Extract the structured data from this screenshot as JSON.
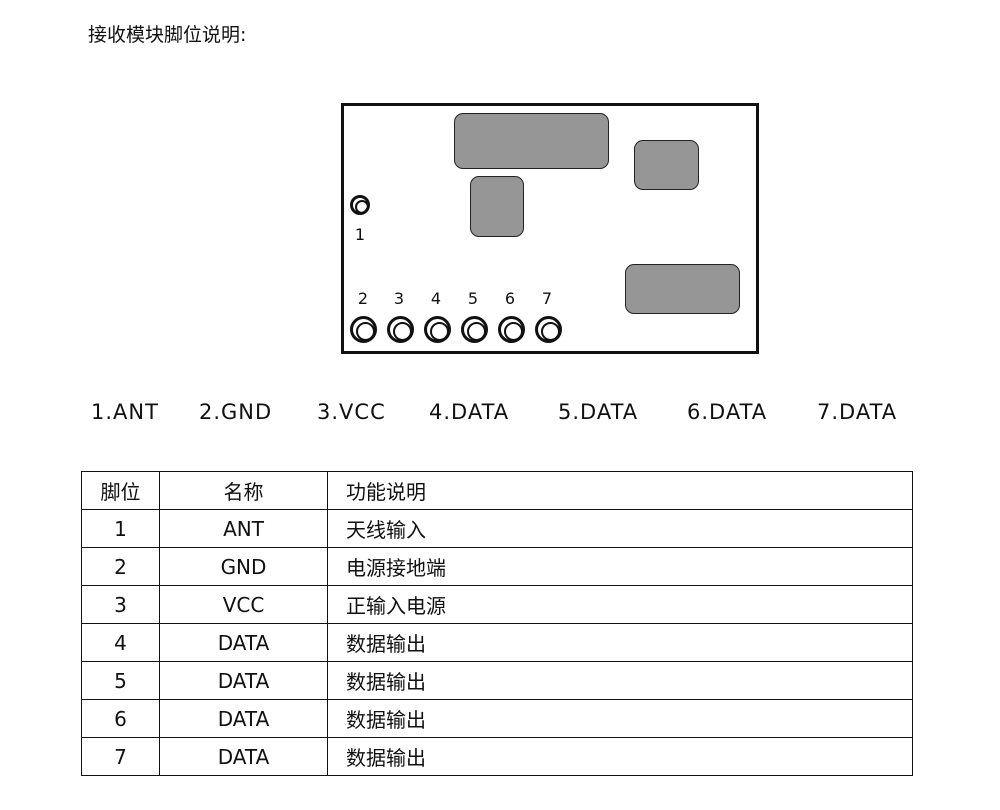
{
  "title": "接收模块脚位说明:",
  "diagram": {
    "pin_labels": [
      "1",
      "2",
      "3",
      "4",
      "5",
      "6",
      "7"
    ]
  },
  "pin_list": [
    "1.ANT",
    "2.GND",
    "3.VCC",
    "4.DATA",
    "5.DATA",
    "6.DATA",
    "7.DATA"
  ],
  "table": {
    "headers": [
      "脚位",
      "名称",
      "功能说明"
    ],
    "rows": [
      [
        "1",
        "ANT",
        "天线输入"
      ],
      [
        "2",
        "GND",
        "电源接地端"
      ],
      [
        "3",
        "VCC",
        "正输入电源"
      ],
      [
        "4",
        "DATA",
        "数据输出"
      ],
      [
        "5",
        "DATA",
        "数据输出"
      ],
      [
        "6",
        "DATA",
        "数据输出"
      ],
      [
        "7",
        "DATA",
        "数据输出"
      ]
    ]
  }
}
